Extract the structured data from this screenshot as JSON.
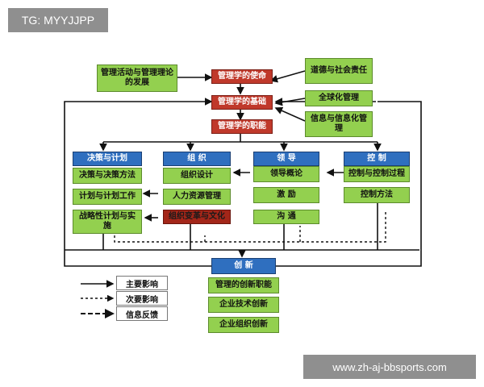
{
  "watermark": {
    "top_left": "TG: MYYJJPP",
    "bottom_right": "www.zh-aj-bbsports.com"
  },
  "center": {
    "mission": "管理学的使命",
    "foundation": "管理学的基础",
    "functions": "管理学的职能"
  },
  "left_top": "管理活动与管理理论的发展",
  "right_top": [
    "道德与社会责任",
    "全球化管理",
    "信息与信息化管理"
  ],
  "columns": [
    {
      "header": "决策与计划",
      "items": [
        "决策与决策方法",
        "计划与计划工作",
        "战略性计划与实施"
      ]
    },
    {
      "header": "组  织",
      "items": [
        "组织设计",
        "人力资源管理",
        "组织变革与文化"
      ]
    },
    {
      "header": "领  导",
      "items": [
        "领导概论",
        "激  励",
        "沟  通"
      ]
    },
    {
      "header": "控  制",
      "items": [
        "控制与控制过程",
        "控制方法"
      ]
    }
  ],
  "innovation": {
    "header": "创  新",
    "items": [
      "管理的创新职能",
      "企业技术创新",
      "企业组织创新"
    ]
  },
  "legend": [
    "主要影响",
    "次要影响",
    "信息反馈"
  ],
  "colors": {
    "green": "#93d04f",
    "red": "#c0392b",
    "blue": "#2f6fbf",
    "darkred": "#a32619"
  }
}
